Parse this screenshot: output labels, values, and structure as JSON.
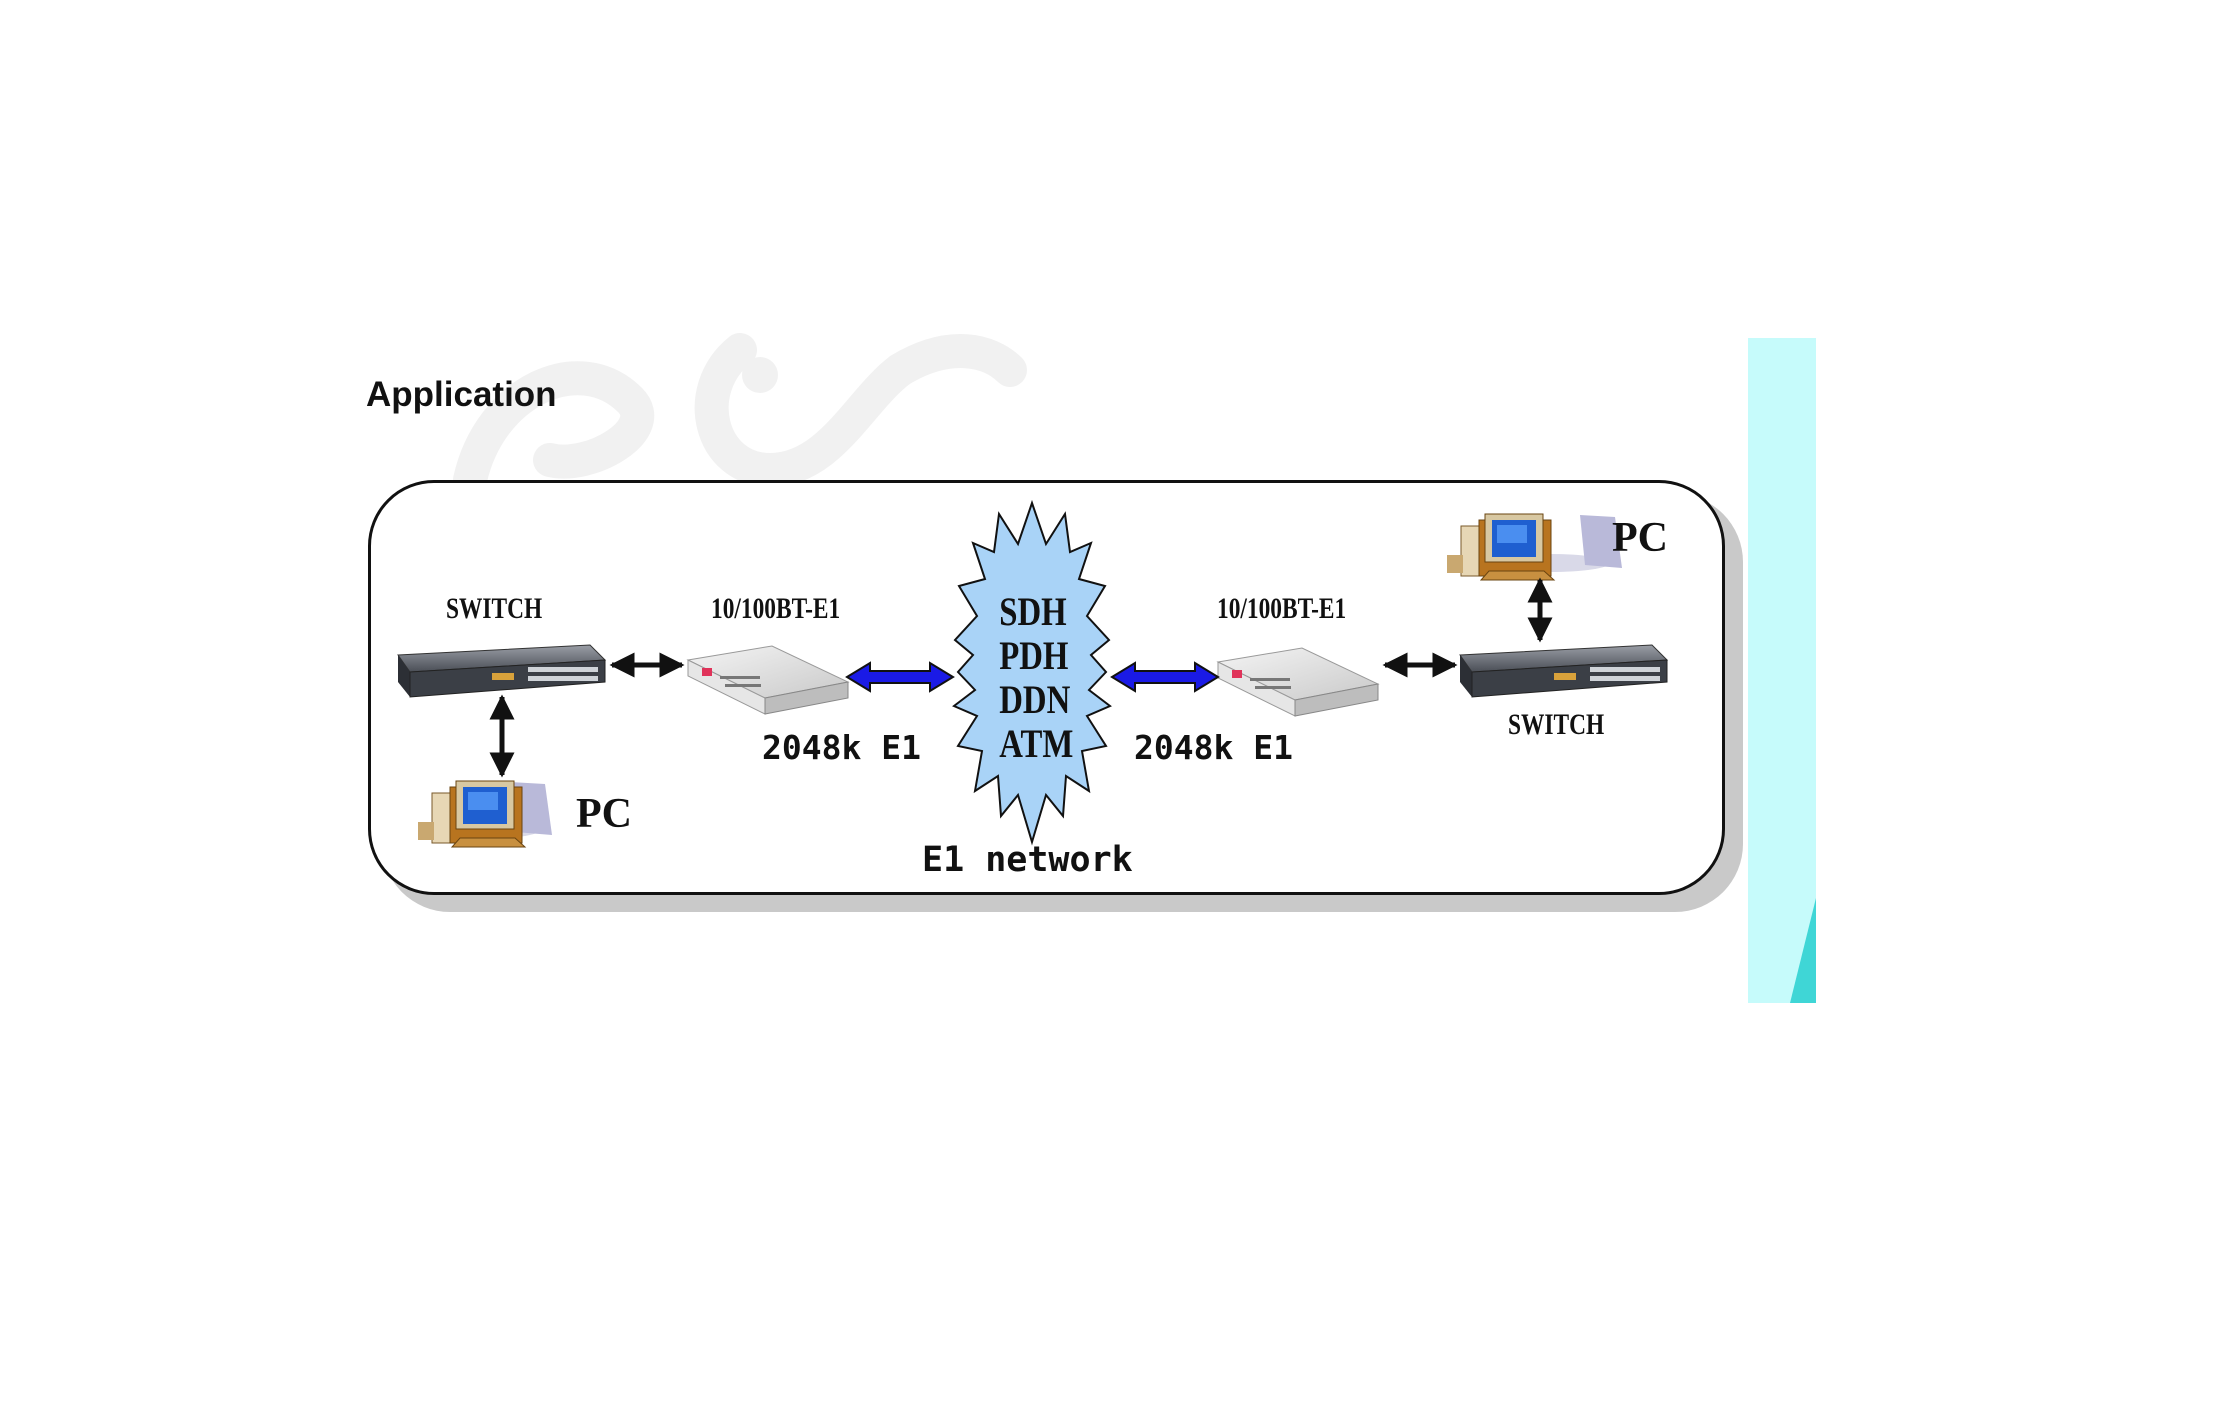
{
  "section_title": "Application",
  "left": {
    "switch_label": "SWITCH",
    "converter_label": "10/100BT-E1",
    "rate_label": "2048k E1",
    "pc_label": "PC"
  },
  "right": {
    "switch_label": "SWITCH",
    "converter_label": "10/100BT-E1",
    "rate_label": "2048k E1",
    "pc_label": "PC"
  },
  "network": {
    "types": [
      "SDH",
      "PDH",
      "DDN",
      "ATM"
    ],
    "label": "E1 network"
  },
  "colors": {
    "cloud_fill": "#a9d3f7",
    "blue_link": "#1a1ae6",
    "side_band": "#c6fbfb",
    "side_accent": "#3fd6d6"
  }
}
